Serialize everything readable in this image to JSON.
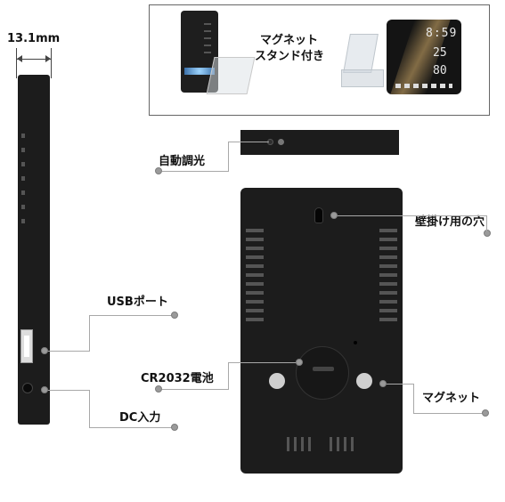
{
  "dimension": {
    "thickness": "13.1mm"
  },
  "inset": {
    "caption_line1": "マグネット",
    "caption_line2": "スタンド付き",
    "clock_digits": [
      "8:59",
      "25",
      "80"
    ]
  },
  "labels": {
    "auto_dimming": "自動調光",
    "wall_hook": "壁掛け用の穴",
    "usb_port": "USBポート",
    "battery": "CR2032電池",
    "magnet": "マグネット",
    "dc_input": "DC入力"
  },
  "colors": {
    "device_body": "#1c1c1c",
    "leader_line": "#a8a8a8",
    "frame": "#666666"
  }
}
